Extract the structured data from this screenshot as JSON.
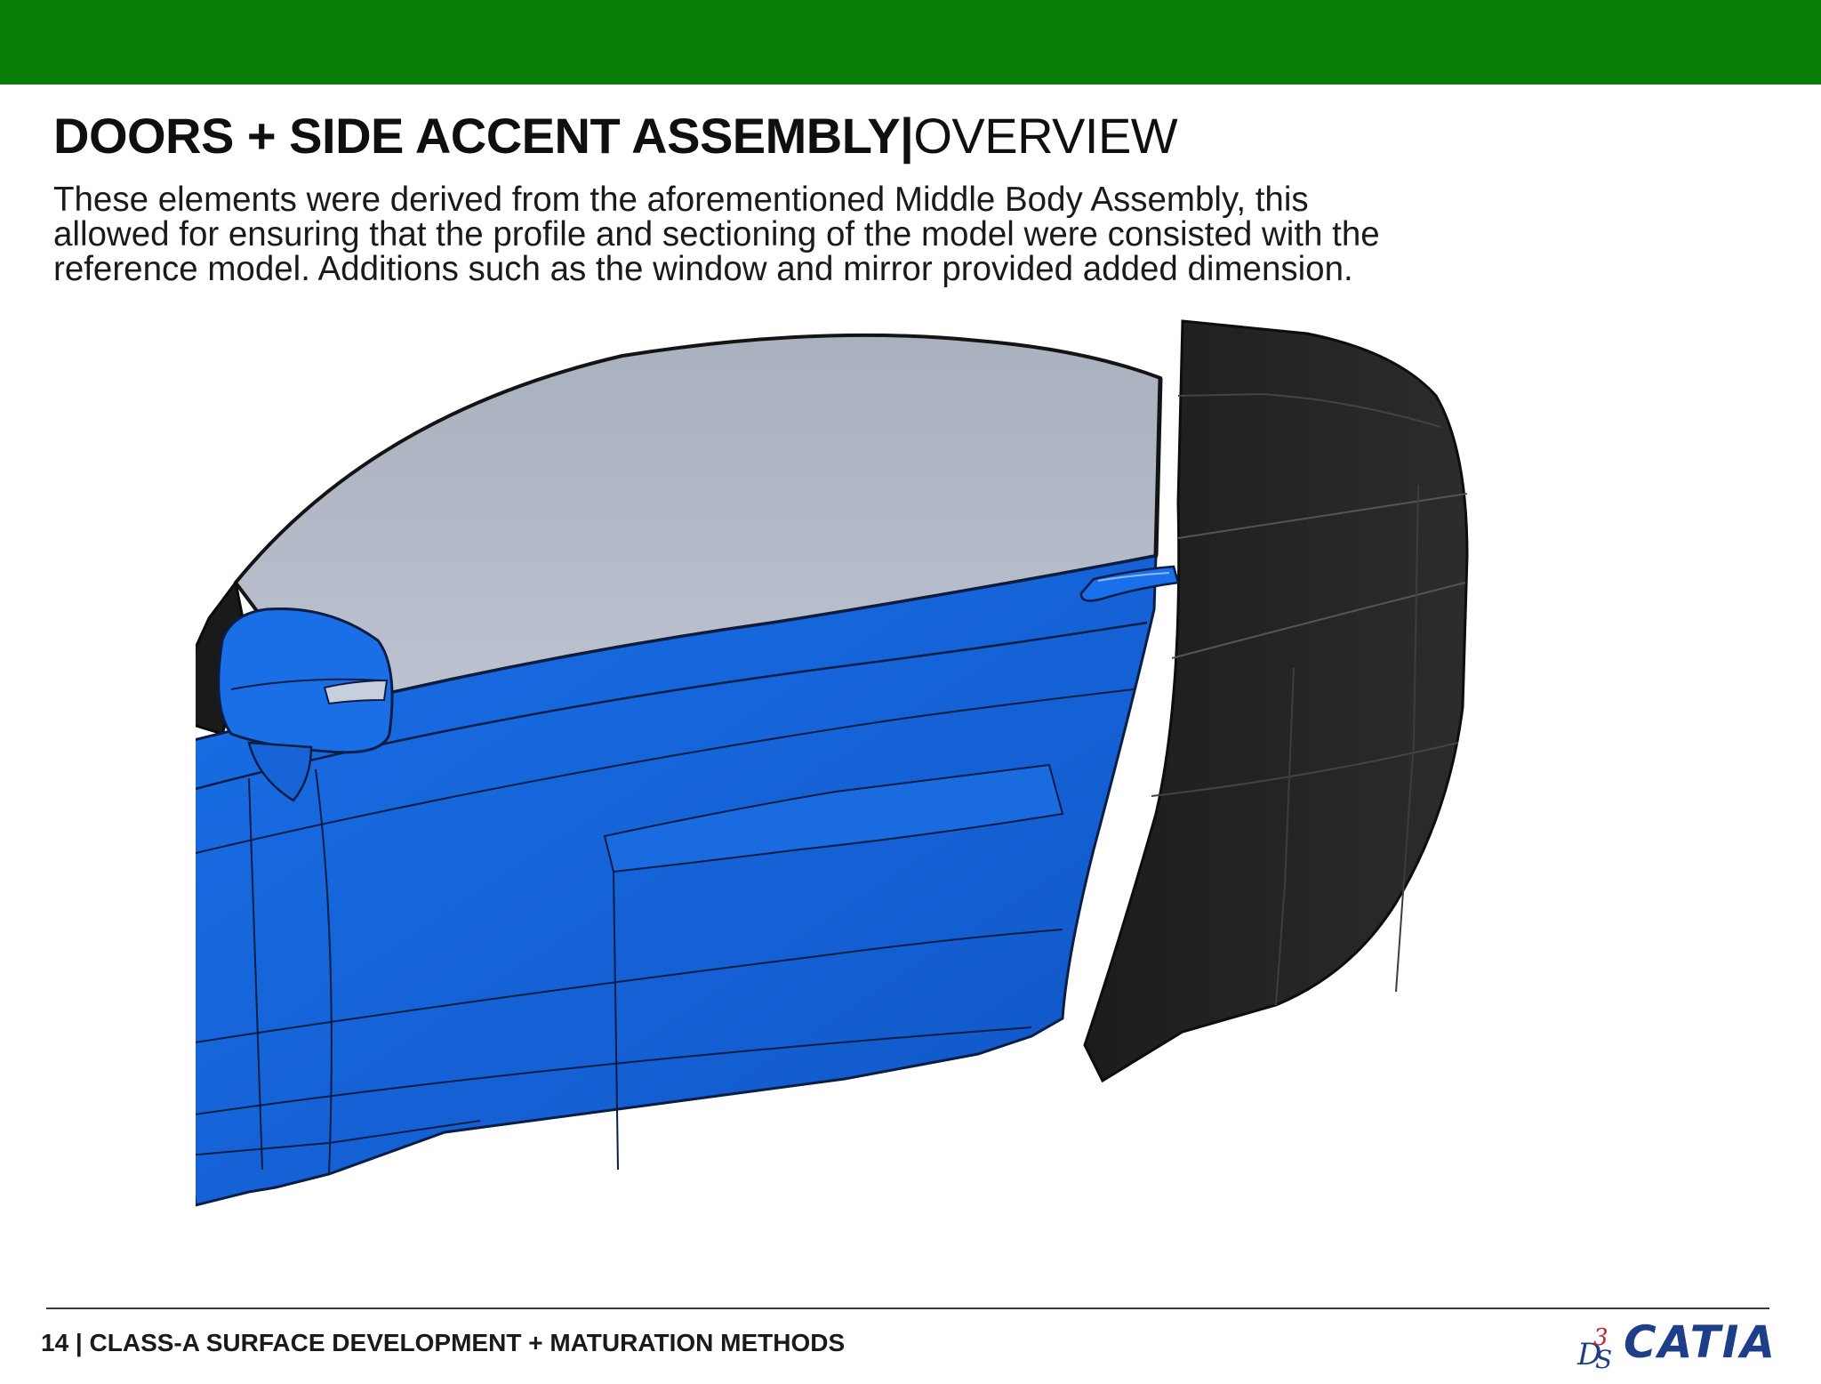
{
  "header": {
    "title_bold": "DOORS + SIDE ACCENT ASSEMBLY|",
    "title_light": "OVERVIEW",
    "bar_color": "#077f07"
  },
  "body": {
    "description_lines": [
      "These elements were derived from the aforementioned Middle Body Assembly, this",
      "allowed for ensuring that the profile and sectioning of the model were consisted with the",
      "reference model. Additions such as the window and mirror provided added dimension."
    ],
    "colors": {
      "door_panel": "#1565d8",
      "window_glass": "#b1b7c5",
      "side_accent": "#262626"
    }
  },
  "footer": {
    "text": "14 | CLASS-A SURFACE DEVELOPMENT + MATURATION METHODS",
    "logo_text": "CATIA",
    "logo_mark": "3DS"
  }
}
